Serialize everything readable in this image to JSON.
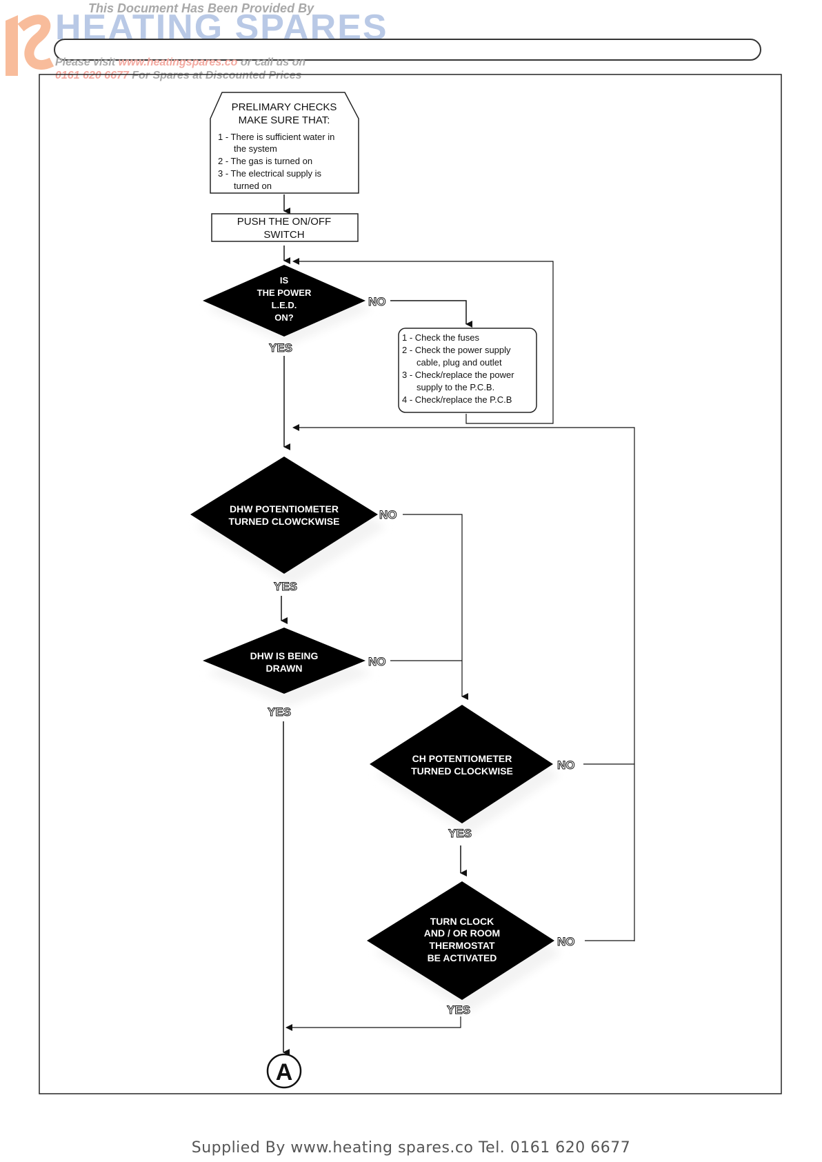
{
  "header": {
    "provided_by": "This Document Has Been Provided By",
    "logo_text": "HEATING SPARES",
    "visit_prefix": "Please visit ",
    "visit_url": "www.heatingspares.co",
    "visit_suffix": " or call us on",
    "phone": "0161 620 6677",
    "phone_suffix": " For Spares at Discounted Prices"
  },
  "flowchart": {
    "preliminary": {
      "title1": "PRELIMARY CHECKS",
      "title2": "MAKE SURE THAT:",
      "lines": [
        "1 - There is sufficient water in",
        "the system",
        "2 - The gas is turned on",
        "3 - The electrical supply  is",
        "turned on"
      ]
    },
    "push_switch": [
      "PUSH THE ON/OFF",
      "SWITCH"
    ],
    "d_power": [
      "IS",
      "THE POWER",
      "L.E.D.",
      "ON?"
    ],
    "power_checks": [
      "1  - Check the fuses",
      "2 - Check the power supply",
      "cable, plug and outlet",
      "3 - Check/replace the power",
      "supply to the P.C.B.",
      "4 - Check/replace the P.C.B"
    ],
    "d_dhw_pot": [
      "DHW POTENTIOMETER",
      "TURNED CLOWCKWISE"
    ],
    "d_dhw_drawn": [
      "DHW IS BEING",
      "DRAWN"
    ],
    "d_ch_pot": [
      "CH POTENTIOMETER",
      "TURNED CLOCKWISE"
    ],
    "d_clock": [
      "TURN CLOCK",
      "AND / OR ROOM",
      "THERMOSTAT",
      "BE ACTIVATED"
    ],
    "yes": "YES",
    "no": "NO",
    "connector": "A"
  },
  "footer": "Supplied By www.heating spares.co  Tel. 0161 620 6677"
}
